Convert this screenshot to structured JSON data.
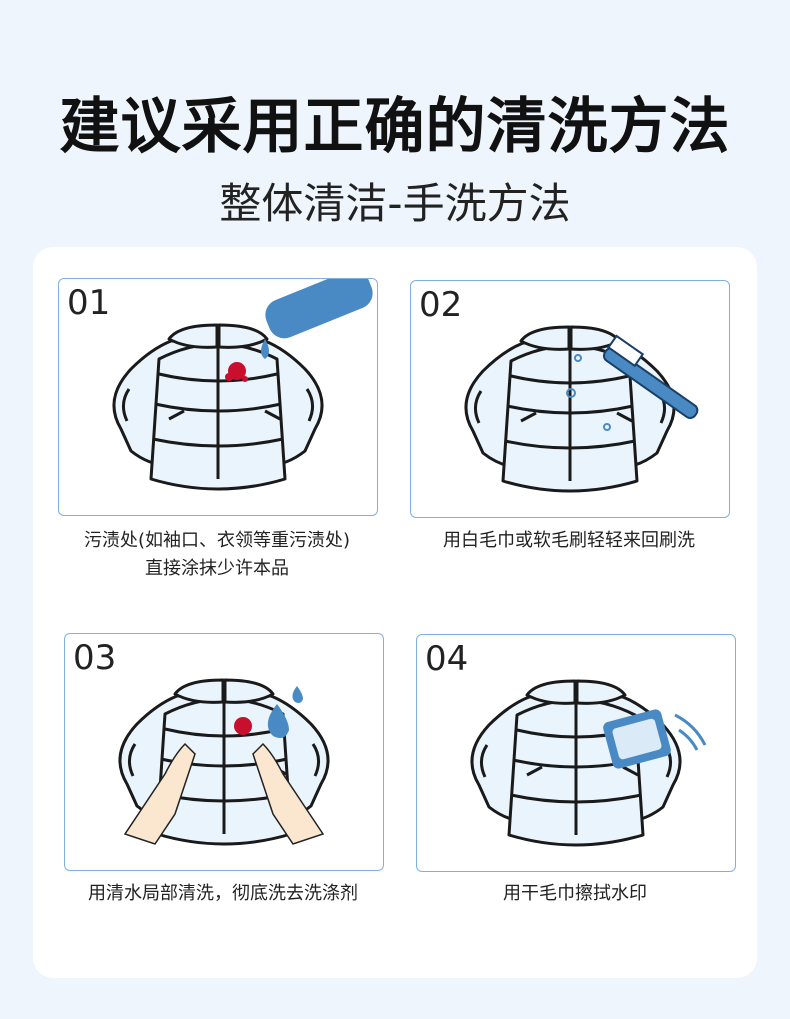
{
  "title": "建议采用正确的清洗方法",
  "subtitle": "整体清洁-手洗方法",
  "steps": [
    {
      "num": "01",
      "caption_line1": "污渍处(如袖口、衣领等重污渍处)",
      "caption_line2": "直接涂抹少许本品",
      "icon": "detergent-bottle-icon"
    },
    {
      "num": "02",
      "caption_line1": "用白毛巾或软毛刷轻轻来回刷洗",
      "caption_line2": "",
      "icon": "brush-icon"
    },
    {
      "num": "03",
      "caption_line1": "用清水局部清洗，彻底洗去洗涤剂",
      "caption_line2": "",
      "icon": "hands-icon"
    },
    {
      "num": "04",
      "caption_line1": "用干毛巾擦拭水印",
      "caption_line2": "",
      "icon": "towel-icon"
    }
  ],
  "colors": {
    "background": "#eef5fd",
    "border": "#7fb0e0",
    "accent": "#4a8ac4",
    "stain": "#c8102e"
  }
}
